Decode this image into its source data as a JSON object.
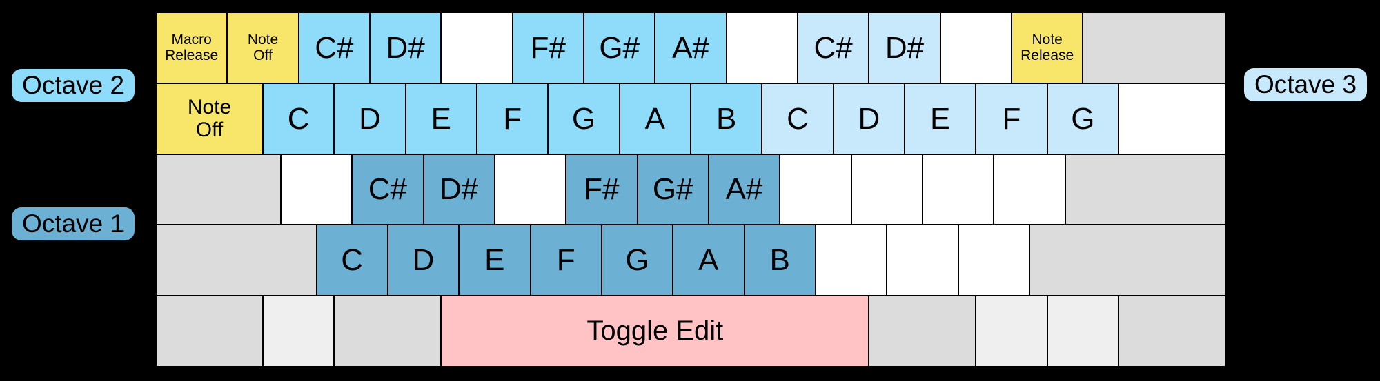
{
  "palette": {
    "background": "#000000",
    "text": "#000000",
    "yellow": "#f8e66a",
    "blue": "#8edcfa",
    "light_blue": "#c8e9fb",
    "dark_blue": "#6cb0d4",
    "white": "#ffffff",
    "gray": "#dcdcdc",
    "light_gray": "#efefef",
    "pink": "#ffc3c5"
  },
  "octave_labels": [
    {
      "name": "octave-2-label",
      "text": "Octave 2",
      "color": "blue",
      "position": "left-top"
    },
    {
      "name": "octave-1-label",
      "text": "Octave 1",
      "color": "dark_blue",
      "position": "left-bottom"
    },
    {
      "name": "octave-3-label",
      "text": "Octave 3",
      "color": "light_blue",
      "position": "right-top"
    }
  ],
  "keyboard": {
    "rows": [
      {
        "keys": [
          {
            "name": "key-macro-release",
            "label": "Macro\nRelease",
            "color": "yellow",
            "span": 4,
            "size": "sm"
          },
          {
            "name": "key-note-off",
            "label": "Note\nOff",
            "color": "yellow",
            "span": 4,
            "size": "sm"
          },
          {
            "name": "key-note-c-sharp-oct2",
            "label": "C#",
            "color": "blue",
            "span": 4
          },
          {
            "name": "key-note-d-sharp-oct2",
            "label": "D#",
            "color": "blue",
            "span": 4
          },
          {
            "name": "key-unmapped",
            "label": "",
            "color": "white",
            "span": 4
          },
          {
            "name": "key-note-f-sharp-oct2",
            "label": "F#",
            "color": "blue",
            "span": 4
          },
          {
            "name": "key-note-g-sharp-oct2",
            "label": "G#",
            "color": "blue",
            "span": 4
          },
          {
            "name": "key-note-a-sharp-oct2",
            "label": "A#",
            "color": "blue",
            "span": 4
          },
          {
            "name": "key-unmapped",
            "label": "",
            "color": "white",
            "span": 4
          },
          {
            "name": "key-note-c-sharp-oct3",
            "label": "C#",
            "color": "light_blue",
            "span": 4
          },
          {
            "name": "key-note-d-sharp-oct3",
            "label": "D#",
            "color": "light_blue",
            "span": 4
          },
          {
            "name": "key-unmapped",
            "label": "",
            "color": "white",
            "span": 4
          },
          {
            "name": "key-note-release",
            "label": "Note\nRelease",
            "color": "yellow",
            "span": 4,
            "size": "sm"
          },
          {
            "name": "key-unmapped-wide",
            "label": "",
            "color": "gray",
            "span": 8
          }
        ]
      },
      {
        "keys": [
          {
            "name": "key-note-off-wide",
            "label": "Note\nOff",
            "color": "yellow",
            "span": 6,
            "size": "md"
          },
          {
            "name": "key-note-c-oct2",
            "label": "C",
            "color": "blue",
            "span": 4
          },
          {
            "name": "key-note-d-oct2",
            "label": "D",
            "color": "blue",
            "span": 4
          },
          {
            "name": "key-note-e-oct2",
            "label": "E",
            "color": "blue",
            "span": 4
          },
          {
            "name": "key-note-f-oct2",
            "label": "F",
            "color": "blue",
            "span": 4
          },
          {
            "name": "key-note-g-oct2",
            "label": "G",
            "color": "blue",
            "span": 4
          },
          {
            "name": "key-note-a-oct2",
            "label": "A",
            "color": "blue",
            "span": 4
          },
          {
            "name": "key-note-b-oct2",
            "label": "B",
            "color": "blue",
            "span": 4
          },
          {
            "name": "key-note-c-oct3",
            "label": "C",
            "color": "light_blue",
            "span": 4
          },
          {
            "name": "key-note-d-oct3",
            "label": "D",
            "color": "light_blue",
            "span": 4
          },
          {
            "name": "key-note-e-oct3",
            "label": "E",
            "color": "light_blue",
            "span": 4
          },
          {
            "name": "key-note-f-oct3",
            "label": "F",
            "color": "light_blue",
            "span": 4
          },
          {
            "name": "key-note-g-oct3",
            "label": "G",
            "color": "light_blue",
            "span": 4
          },
          {
            "name": "key-unmapped",
            "label": "",
            "color": "white",
            "span": 6
          }
        ]
      },
      {
        "keys": [
          {
            "name": "key-unmapped-wide",
            "label": "",
            "color": "gray",
            "span": 7
          },
          {
            "name": "key-unmapped",
            "label": "",
            "color": "white",
            "span": 4
          },
          {
            "name": "key-note-c-sharp-oct1",
            "label": "C#",
            "color": "dark_blue",
            "span": 4
          },
          {
            "name": "key-note-d-sharp-oct1",
            "label": "D#",
            "color": "dark_blue",
            "span": 4
          },
          {
            "name": "key-unmapped",
            "label": "",
            "color": "white",
            "span": 4
          },
          {
            "name": "key-note-f-sharp-oct1",
            "label": "F#",
            "color": "dark_blue",
            "span": 4
          },
          {
            "name": "key-note-g-sharp-oct1",
            "label": "G#",
            "color": "dark_blue",
            "span": 4
          },
          {
            "name": "key-note-a-sharp-oct1",
            "label": "A#",
            "color": "dark_blue",
            "span": 4
          },
          {
            "name": "key-unmapped",
            "label": "",
            "color": "white",
            "span": 4
          },
          {
            "name": "key-unmapped",
            "label": "",
            "color": "white",
            "span": 4
          },
          {
            "name": "key-unmapped",
            "label": "",
            "color": "white",
            "span": 4
          },
          {
            "name": "key-unmapped",
            "label": "",
            "color": "white",
            "span": 4
          },
          {
            "name": "key-unmapped-wide",
            "label": "",
            "color": "gray",
            "span": 9
          }
        ]
      },
      {
        "keys": [
          {
            "name": "key-unmapped-wide",
            "label": "",
            "color": "gray",
            "span": 9
          },
          {
            "name": "key-note-c-oct1",
            "label": "C",
            "color": "dark_blue",
            "span": 4
          },
          {
            "name": "key-note-d-oct1",
            "label": "D",
            "color": "dark_blue",
            "span": 4
          },
          {
            "name": "key-note-e-oct1",
            "label": "E",
            "color": "dark_blue",
            "span": 4
          },
          {
            "name": "key-note-f-oct1",
            "label": "F",
            "color": "dark_blue",
            "span": 4
          },
          {
            "name": "key-note-g-oct1",
            "label": "G",
            "color": "dark_blue",
            "span": 4
          },
          {
            "name": "key-note-a-oct1",
            "label": "A",
            "color": "dark_blue",
            "span": 4
          },
          {
            "name": "key-note-b-oct1",
            "label": "B",
            "color": "dark_blue",
            "span": 4
          },
          {
            "name": "key-unmapped",
            "label": "",
            "color": "white",
            "span": 4
          },
          {
            "name": "key-unmapped",
            "label": "",
            "color": "white",
            "span": 4
          },
          {
            "name": "key-unmapped",
            "label": "",
            "color": "white",
            "span": 4
          },
          {
            "name": "key-unmapped-wide",
            "label": "",
            "color": "gray",
            "span": 11
          }
        ]
      },
      {
        "keys": [
          {
            "name": "key-modifier",
            "label": "",
            "color": "gray",
            "span": 6
          },
          {
            "name": "key-modifier",
            "label": "",
            "color": "light_gray",
            "span": 4
          },
          {
            "name": "key-modifier",
            "label": "",
            "color": "gray",
            "span": 6
          },
          {
            "name": "key-toggle-edit",
            "label": "Toggle Edit",
            "color": "pink",
            "span": 24,
            "size": "wide"
          },
          {
            "name": "key-modifier",
            "label": "",
            "color": "gray",
            "span": 6
          },
          {
            "name": "key-modifier",
            "label": "",
            "color": "light_gray",
            "span": 4
          },
          {
            "name": "key-modifier",
            "label": "",
            "color": "light_gray",
            "span": 4
          },
          {
            "name": "key-modifier",
            "label": "",
            "color": "gray",
            "span": 6
          }
        ]
      }
    ]
  }
}
